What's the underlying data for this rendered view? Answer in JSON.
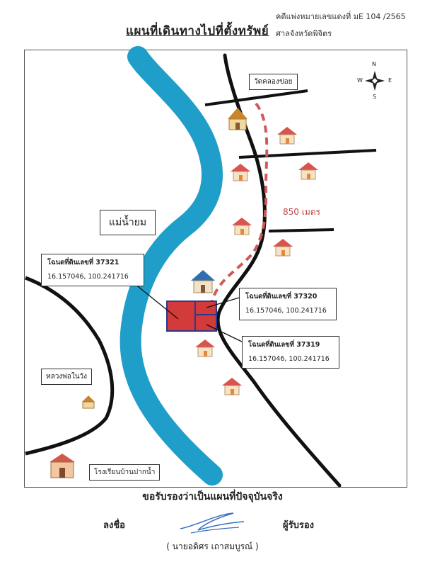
{
  "header": {
    "title": "แผนที่เดินทางไปที่ตั้งทรัพย์",
    "case_number": "คดีแพ่งหมายเลขแดงที่ มE 104 /2565",
    "court": "ศาลจังหวัดพิจิตร"
  },
  "map": {
    "river_label": "แม่น้ำยม",
    "temple_label": "วัดคลองข่อย",
    "distance_label": "850 เมตร",
    "buddha_label": "หลวงพ่อในวัง",
    "school_label": "โรงเรียนบ้านปากน้ำ",
    "compass": {
      "n": "N",
      "s": "S",
      "e": "E",
      "w": "W"
    },
    "colors": {
      "river": "#1e9ec9",
      "plot": "#d33a3a",
      "route": "#d05a5a",
      "road": "#111111"
    },
    "deeds": [
      {
        "title": "โฉนดที่ดินเลขที่ 37321",
        "coords": "16.157046, 100.241716"
      },
      {
        "title": "โฉนดที่ดินเลขที่ 37320",
        "coords": "16.157046, 100.241716"
      },
      {
        "title": "โฉนดที่ดินเลขที่ 37319",
        "coords": "16.157046, 100.241716"
      }
    ]
  },
  "footer": {
    "certify": "ขอรับรองว่าเป็นแผนที่ปัจจุบันจริง",
    "sign_label": "ลงชื่อ",
    "certifier_label": "ผู้รับรอง",
    "signer_name": "( นายอดิศร  เถาสมบูรณ์ )"
  }
}
